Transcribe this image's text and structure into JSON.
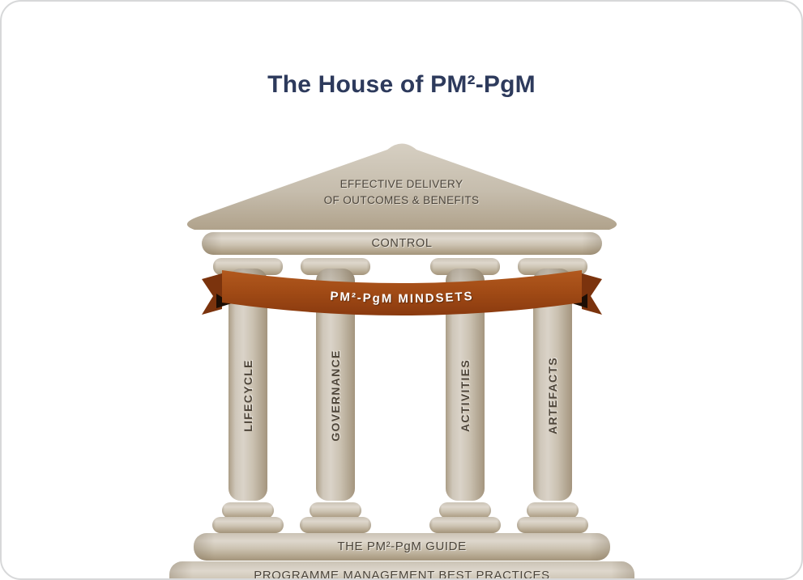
{
  "title": "The House of PM²-PgM",
  "pediment": {
    "line1": "EFFECTIVE DELIVERY",
    "line2": "OF OUTCOMES & BENEFITS"
  },
  "control": {
    "label": "CONTROL"
  },
  "ribbon": {
    "label": "PM²-PgM MINDSETS",
    "band_color_top": "#b2591e",
    "band_color_bottom": "#8a3a0f",
    "tail_color": "#7b330d",
    "fold_color": "#1c0e05",
    "text_color": "#ffffff"
  },
  "pillars": [
    {
      "label": "LIFECYCLE"
    },
    {
      "label": "GOVERNANCE"
    },
    {
      "label": "ACTIVITIES"
    },
    {
      "label": "ARTEFACTS"
    }
  ],
  "base": {
    "guide_label": "THE PM²-PgM GUIDE",
    "practices_label": "PROGRAMME MANAGEMENT BEST PRACTICES"
  },
  "colors": {
    "title_text": "#2d3a5c",
    "stone_light": "#ded7cc",
    "stone_dark": "#a3947b",
    "stone_text": "#4b443a",
    "card_border": "#d7d8d9"
  }
}
